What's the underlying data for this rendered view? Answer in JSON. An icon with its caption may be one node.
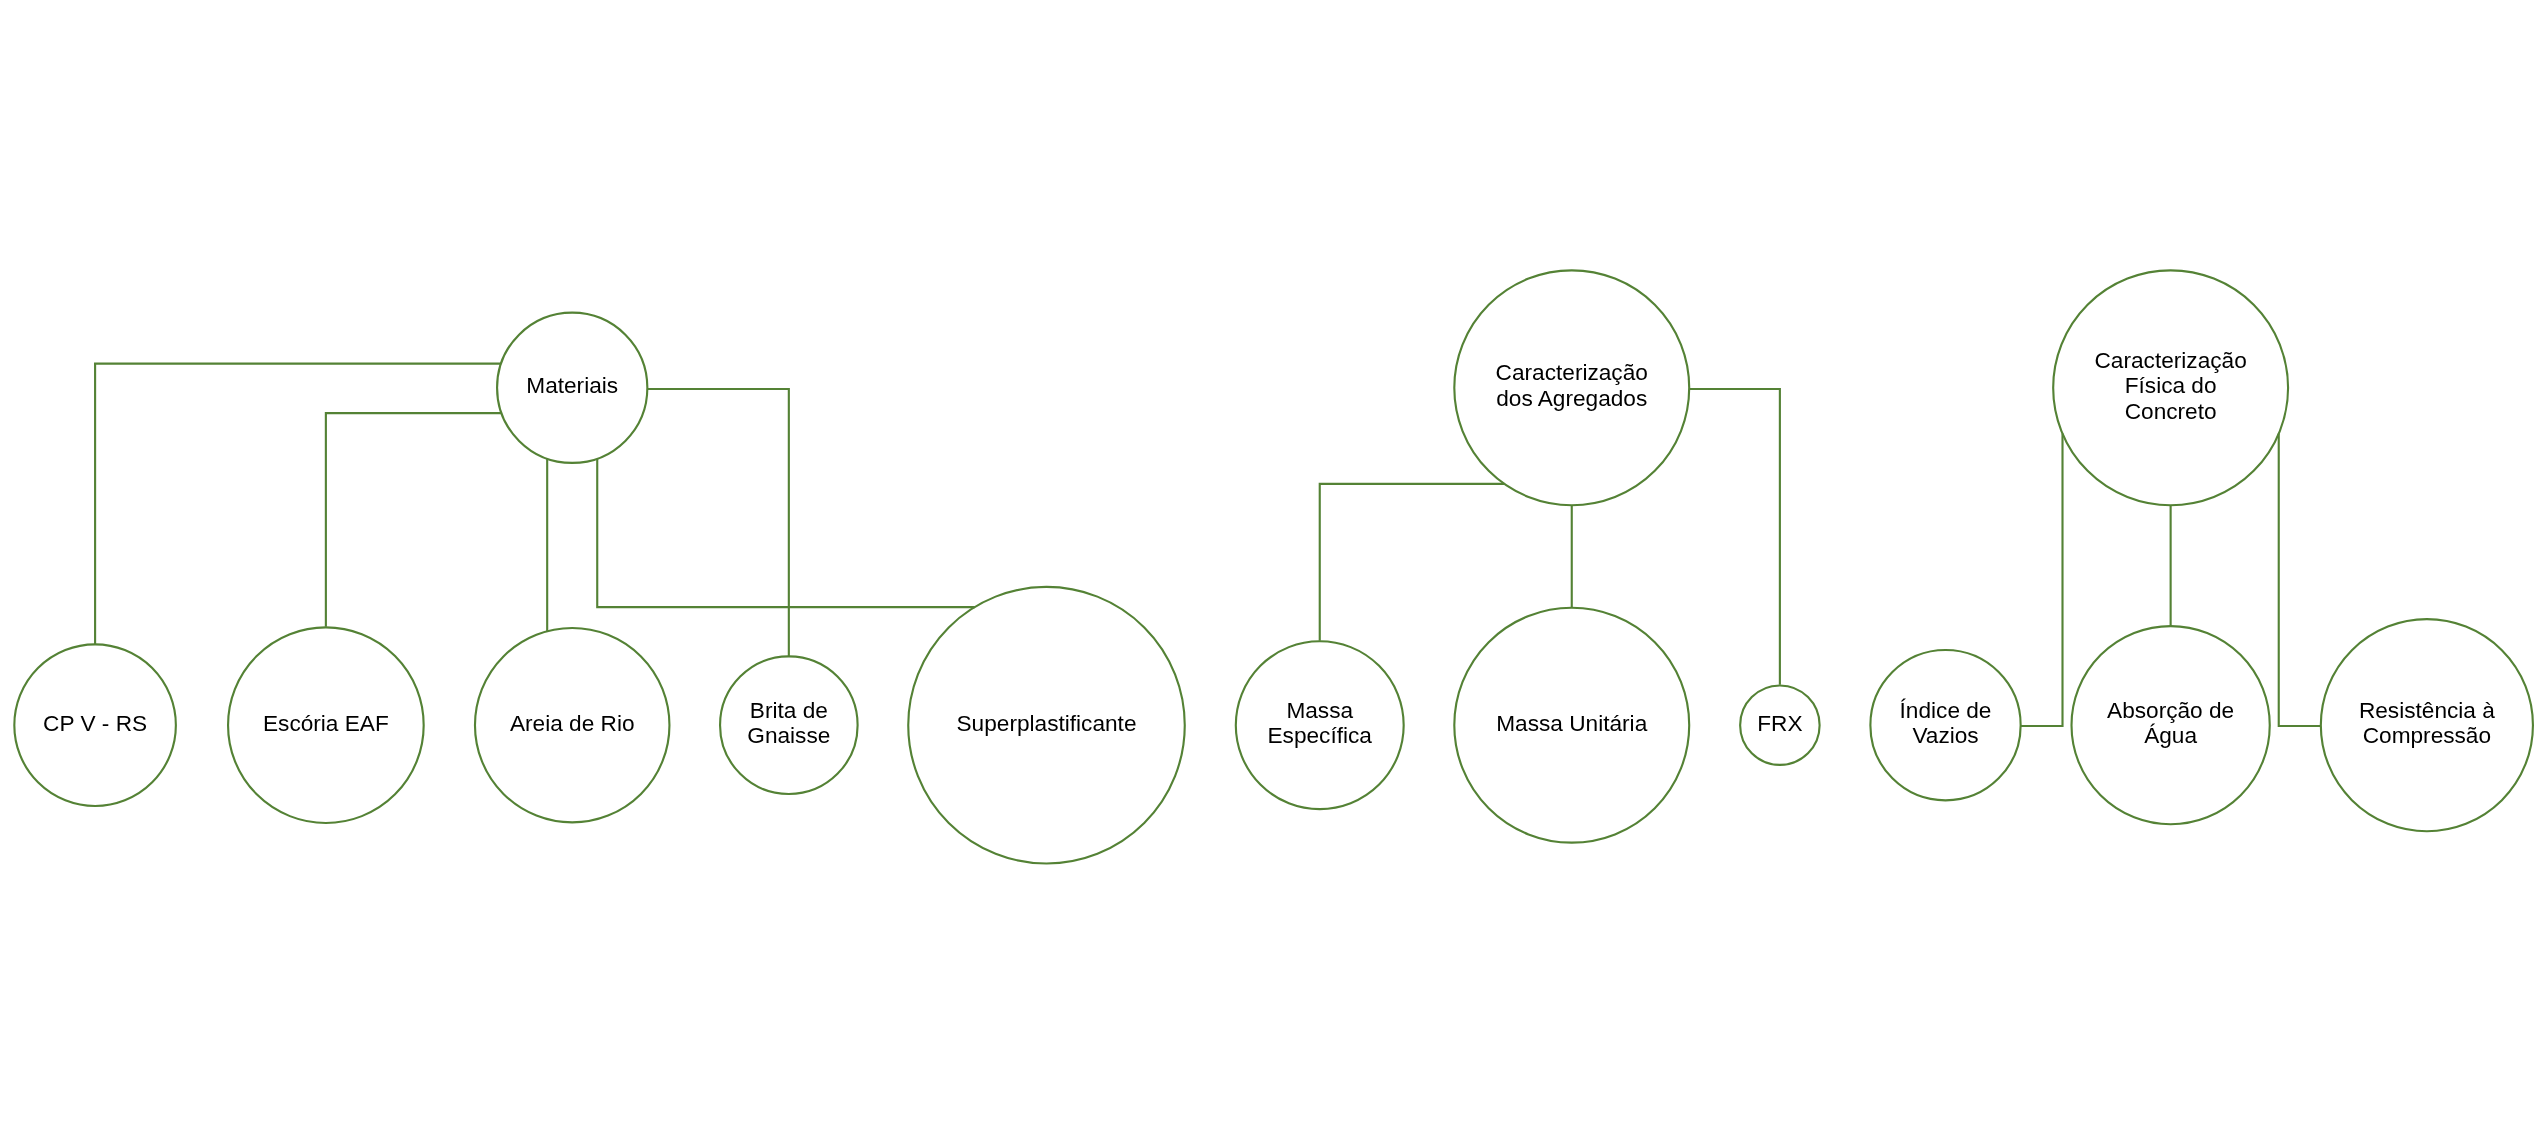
{
  "diagram": {
    "nodes": [
      {
        "text": [
          "Materiais"
        ]
      },
      {
        "text": [
          "CP V - RS"
        ]
      },
      {
        "text": [
          "Escória EAF"
        ]
      },
      {
        "text": [
          "Areia de Rio"
        ]
      },
      {
        "text": [
          "Brita de Gnaisse"
        ]
      },
      {
        "text": [
          "Superplastificante"
        ]
      },
      {
        "text": [
          "Caracterização dos Agregados"
        ]
      },
      {
        "text": [
          "Massa Específica"
        ]
      },
      {
        "text": [
          "Massa Unitária"
        ]
      },
      {
        "text": [
          "FRX"
        ]
      },
      {
        "text": [
          "Caracterização Física do Concreto"
        ]
      },
      {
        "text": [
          "Índice de Vazios"
        ]
      },
      {
        "text": [
          "Absorção de Água"
        ]
      },
      {
        "text": [
          "Resistência à Compressão"
        ]
      }
    ],
    "edges": [
      {
        "from": 0,
        "to": 1,
        "arrow": "none"
      },
      {
        "from": 0,
        "to": 2,
        "arrow": "none"
      },
      {
        "from": 0,
        "to": 3,
        "arrow": "none"
      },
      {
        "from": 0,
        "to": 4,
        "arrow": "none"
      },
      {
        "from": 0,
        "to": 5,
        "arrow": "none"
      },
      {
        "from": 6,
        "to": 7,
        "arrow": "none"
      },
      {
        "from": 6,
        "to": 8,
        "arrow": "none"
      },
      {
        "from": 6,
        "to": 9,
        "arrow": "none"
      },
      {
        "from": 10,
        "to": 11,
        "arrow": "none"
      },
      {
        "from": 10,
        "to": 12,
        "arrow": "none"
      },
      {
        "from": 10,
        "to": 13,
        "arrow": "none"
      }
    ]
  }
}
